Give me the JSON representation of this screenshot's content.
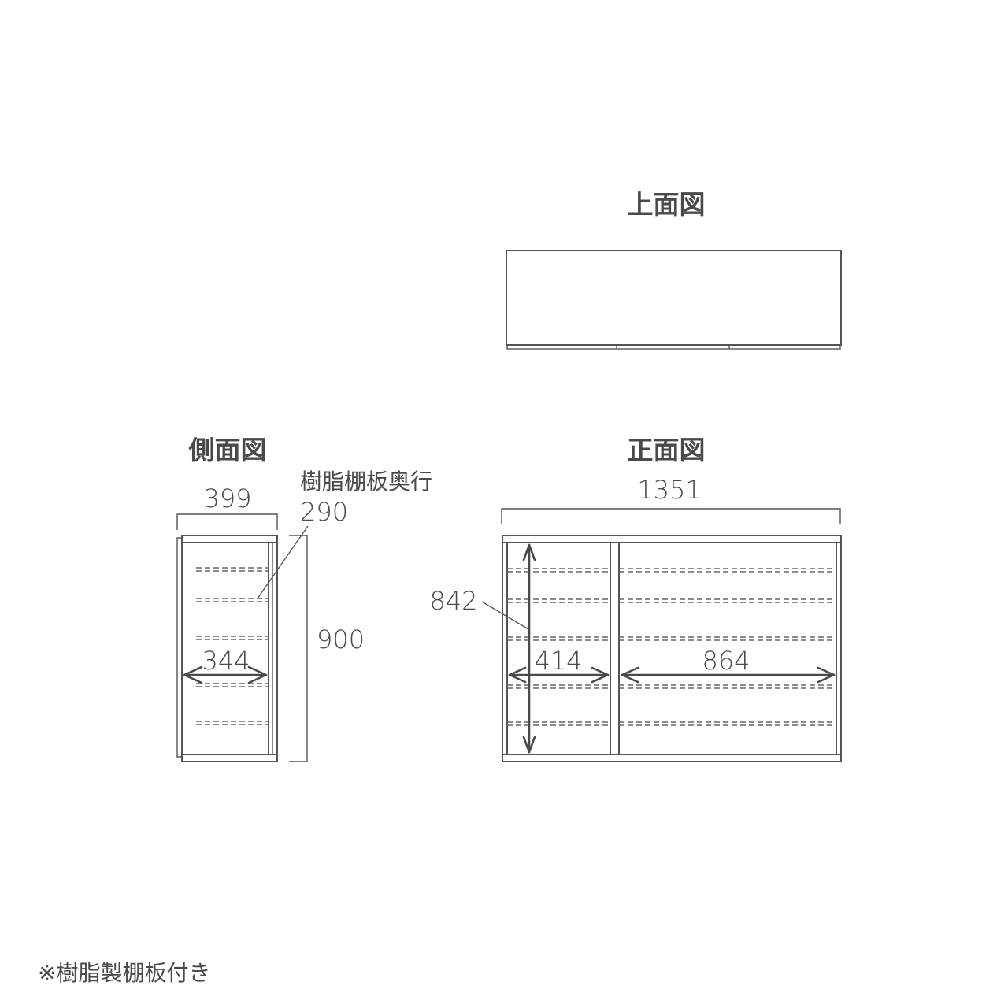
{
  "views": {
    "top": {
      "title": "上面図"
    },
    "side": {
      "title": "側面図",
      "width_label": "399",
      "height_label": "900",
      "inner_depth_label": "344",
      "shelf_note": "樹脂棚板奥行",
      "shelf_depth_label": "290"
    },
    "front": {
      "title": "正面図",
      "width_label": "1351",
      "inner_height_label": "842",
      "left_inner_width_label": "414",
      "right_inner_width_label": "864"
    }
  },
  "footnote": "※樹脂製棚板付き",
  "colors": {
    "line": "#555555",
    "text": "#4a4a4a",
    "background": "#ffffff"
  }
}
